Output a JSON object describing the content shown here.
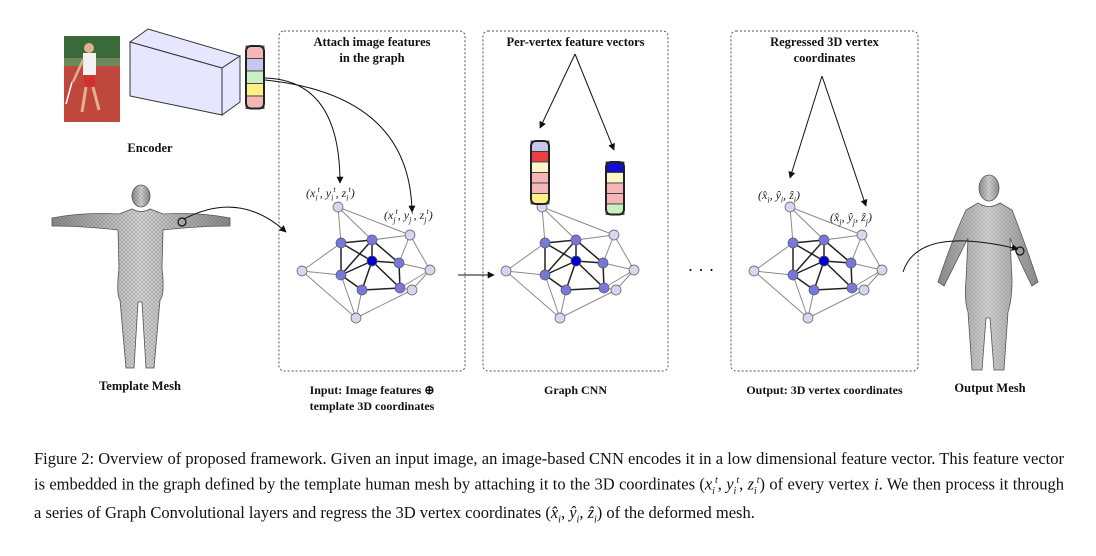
{
  "labels": {
    "encoder": "Encoder",
    "template_mesh": "Template Mesh",
    "output_mesh": "Output Mesh",
    "box1_title_line1": "Attach image features",
    "box1_title_line2": "in the graph",
    "box2_title": "Per-vertex feature vectors",
    "box3_title_line1": "Regressed 3D vertex",
    "box3_title_line2": "coordinates",
    "box1_bottom_line1": "Input: Image features ⊕",
    "box1_bottom_line2": "template 3D coordinates",
    "box2_bottom": "Graph CNN",
    "box3_bottom": "Output: 3D vertex coordinates",
    "dots": "· · ·"
  },
  "math": {
    "xi_base": "(x",
    "xi_sub": "i",
    "xi_sup": "t",
    "yi_base": "y",
    "zi_base": "z",
    "xj_sub": "j",
    "hat_i": "(x̂",
    "hat_j": "(x̂"
  },
  "caption": {
    "part1": "Figure 2: Overview of proposed framework. Given an input image, an image-based CNN encodes it in a low dimensional feature vector. This feature vector is embedded in the graph defined by the template human mesh by attaching it to the 3D coordinates ",
    "part2": " of every vertex ",
    "part3": ". We then process it through a series of Graph Convolutional layers and regress the 3D vertex coordinates ",
    "part4": " of the deformed mesh.",
    "var_i": "i"
  },
  "colors": {
    "vertex_light": "#d6d6f0",
    "vertex_mid": "#7777dd",
    "vertex_center": "#0000cc",
    "feat_pink": "#f4b6b6",
    "feat_lavender": "#c8c8ee",
    "feat_green": "#c8f0c0",
    "feat_yellow": "#fff08a",
    "feat_red": "#e84040",
    "feat_cream": "#fdf6c8",
    "feat_blue": "#1010cc"
  }
}
